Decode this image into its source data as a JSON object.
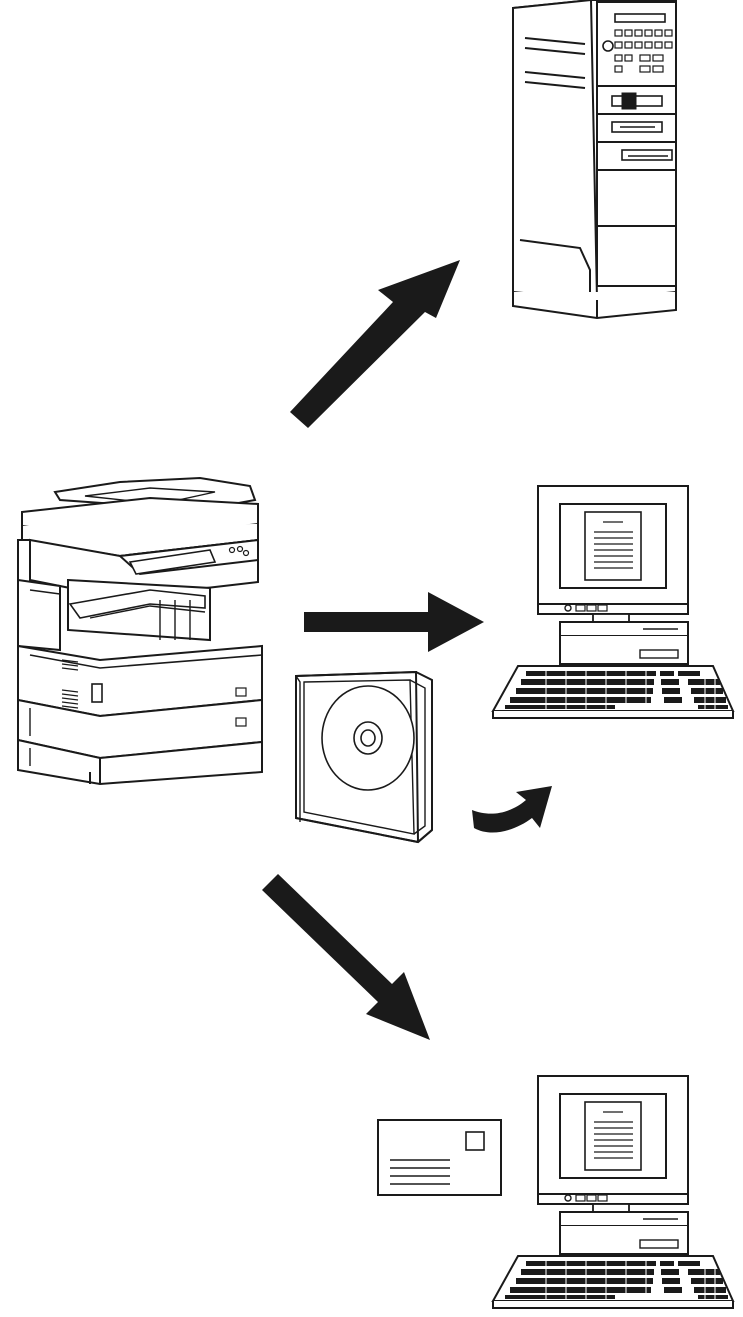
{
  "diagram": {
    "line_color": "#1a1a1a",
    "fill_color": "#ffffff",
    "nodes": [
      {
        "id": "mfp",
        "icon": "multifunction-printer-icon"
      },
      {
        "id": "server",
        "icon": "tower-server-icon"
      },
      {
        "id": "pc-middle",
        "icon": "desktop-computer-icon"
      },
      {
        "id": "cd",
        "icon": "cd-case-icon"
      },
      {
        "id": "envelope",
        "icon": "email-envelope-icon"
      },
      {
        "id": "pc-bottom",
        "icon": "desktop-computer-icon"
      }
    ],
    "edges": [
      {
        "from": "mfp",
        "to": "server",
        "style": "straight-arrow"
      },
      {
        "from": "mfp",
        "to": "pc-middle",
        "style": "straight-arrow"
      },
      {
        "from": "cd",
        "to": "pc-middle",
        "style": "curved-arrow"
      },
      {
        "from": "mfp",
        "to": "pc-bottom",
        "style": "straight-arrow"
      }
    ]
  }
}
